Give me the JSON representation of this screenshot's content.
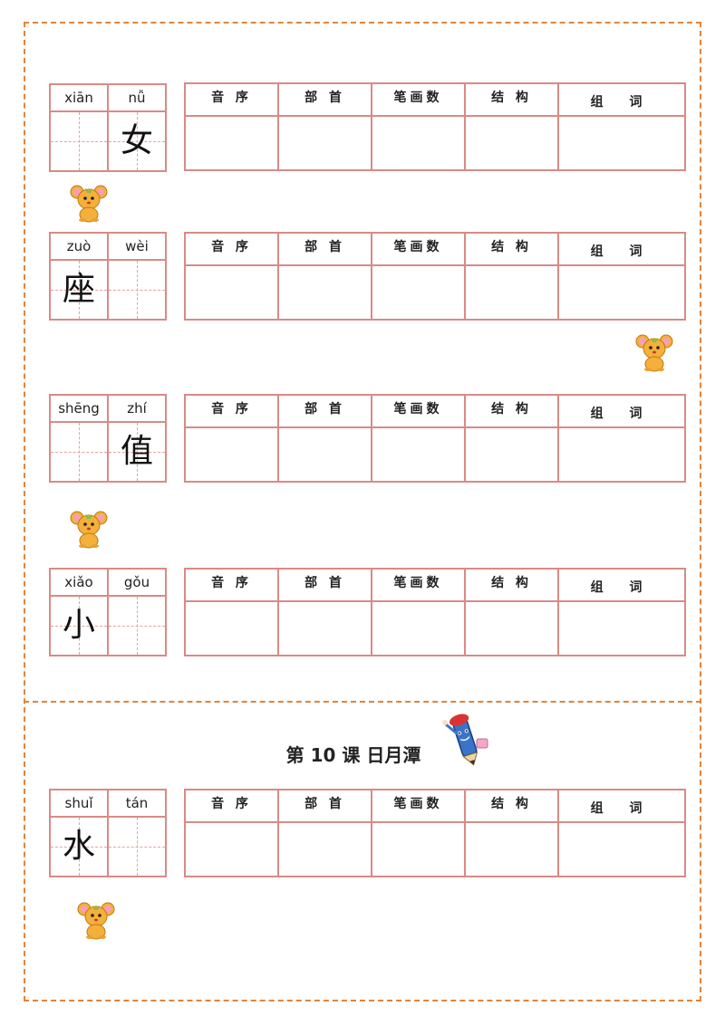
{
  "headers": [
    "音 序",
    "部 首",
    "笔画数",
    "结 构",
    "组 词"
  ],
  "entries": [
    {
      "pinyin": [
        "xiān",
        "nǚ"
      ],
      "chars": [
        "",
        "女"
      ]
    },
    {
      "pinyin": [
        "zuò",
        "wèi"
      ],
      "chars": [
        "座",
        ""
      ]
    },
    {
      "pinyin": [
        "shēng",
        "zhí"
      ],
      "chars": [
        "",
        "值"
      ]
    },
    {
      "pinyin": [
        "xiǎo",
        "gǒu"
      ],
      "chars": [
        "小",
        ""
      ]
    },
    {
      "pinyin": [
        "shuǐ",
        "tán"
      ],
      "chars": [
        "水",
        ""
      ]
    }
  ],
  "lesson_title": "第 10 课  日月潭",
  "colors": {
    "border": "#d98a86",
    "frame": "#e0843a"
  },
  "icons": [
    "mouse-mascot-icon",
    "pencil-mascot-icon"
  ]
}
